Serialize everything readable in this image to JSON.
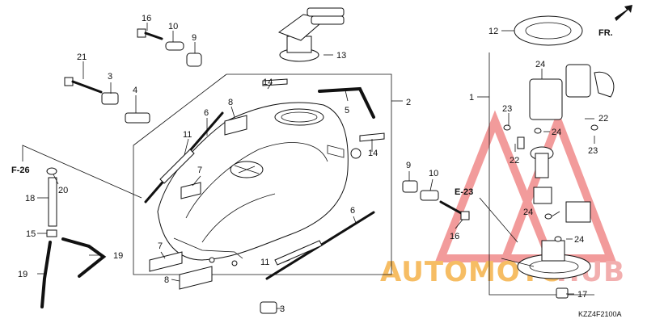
{
  "diagram": {
    "code": "KZZ4F2100A",
    "front_indicator": "FR.",
    "ref_f26": "F-26",
    "ref_e23": "E-23",
    "watermark": {
      "text_a": "AUTOMOTO",
      "text_b": "HUB",
      "color_a": "#f5b24a",
      "color_b": "#f0a0a0"
    },
    "callouts": [
      "1",
      "2",
      "3",
      "3",
      "4",
      "5",
      "6",
      "6",
      "7",
      "7",
      "8",
      "8",
      "9",
      "9",
      "10",
      "10",
      "11",
      "11",
      "12",
      "13",
      "14",
      "14",
      "15",
      "16",
      "16",
      "17",
      "18",
      "19",
      "19",
      "20",
      "21",
      "22",
      "22",
      "23",
      "23",
      "24",
      "24",
      "24",
      "24"
    ]
  }
}
